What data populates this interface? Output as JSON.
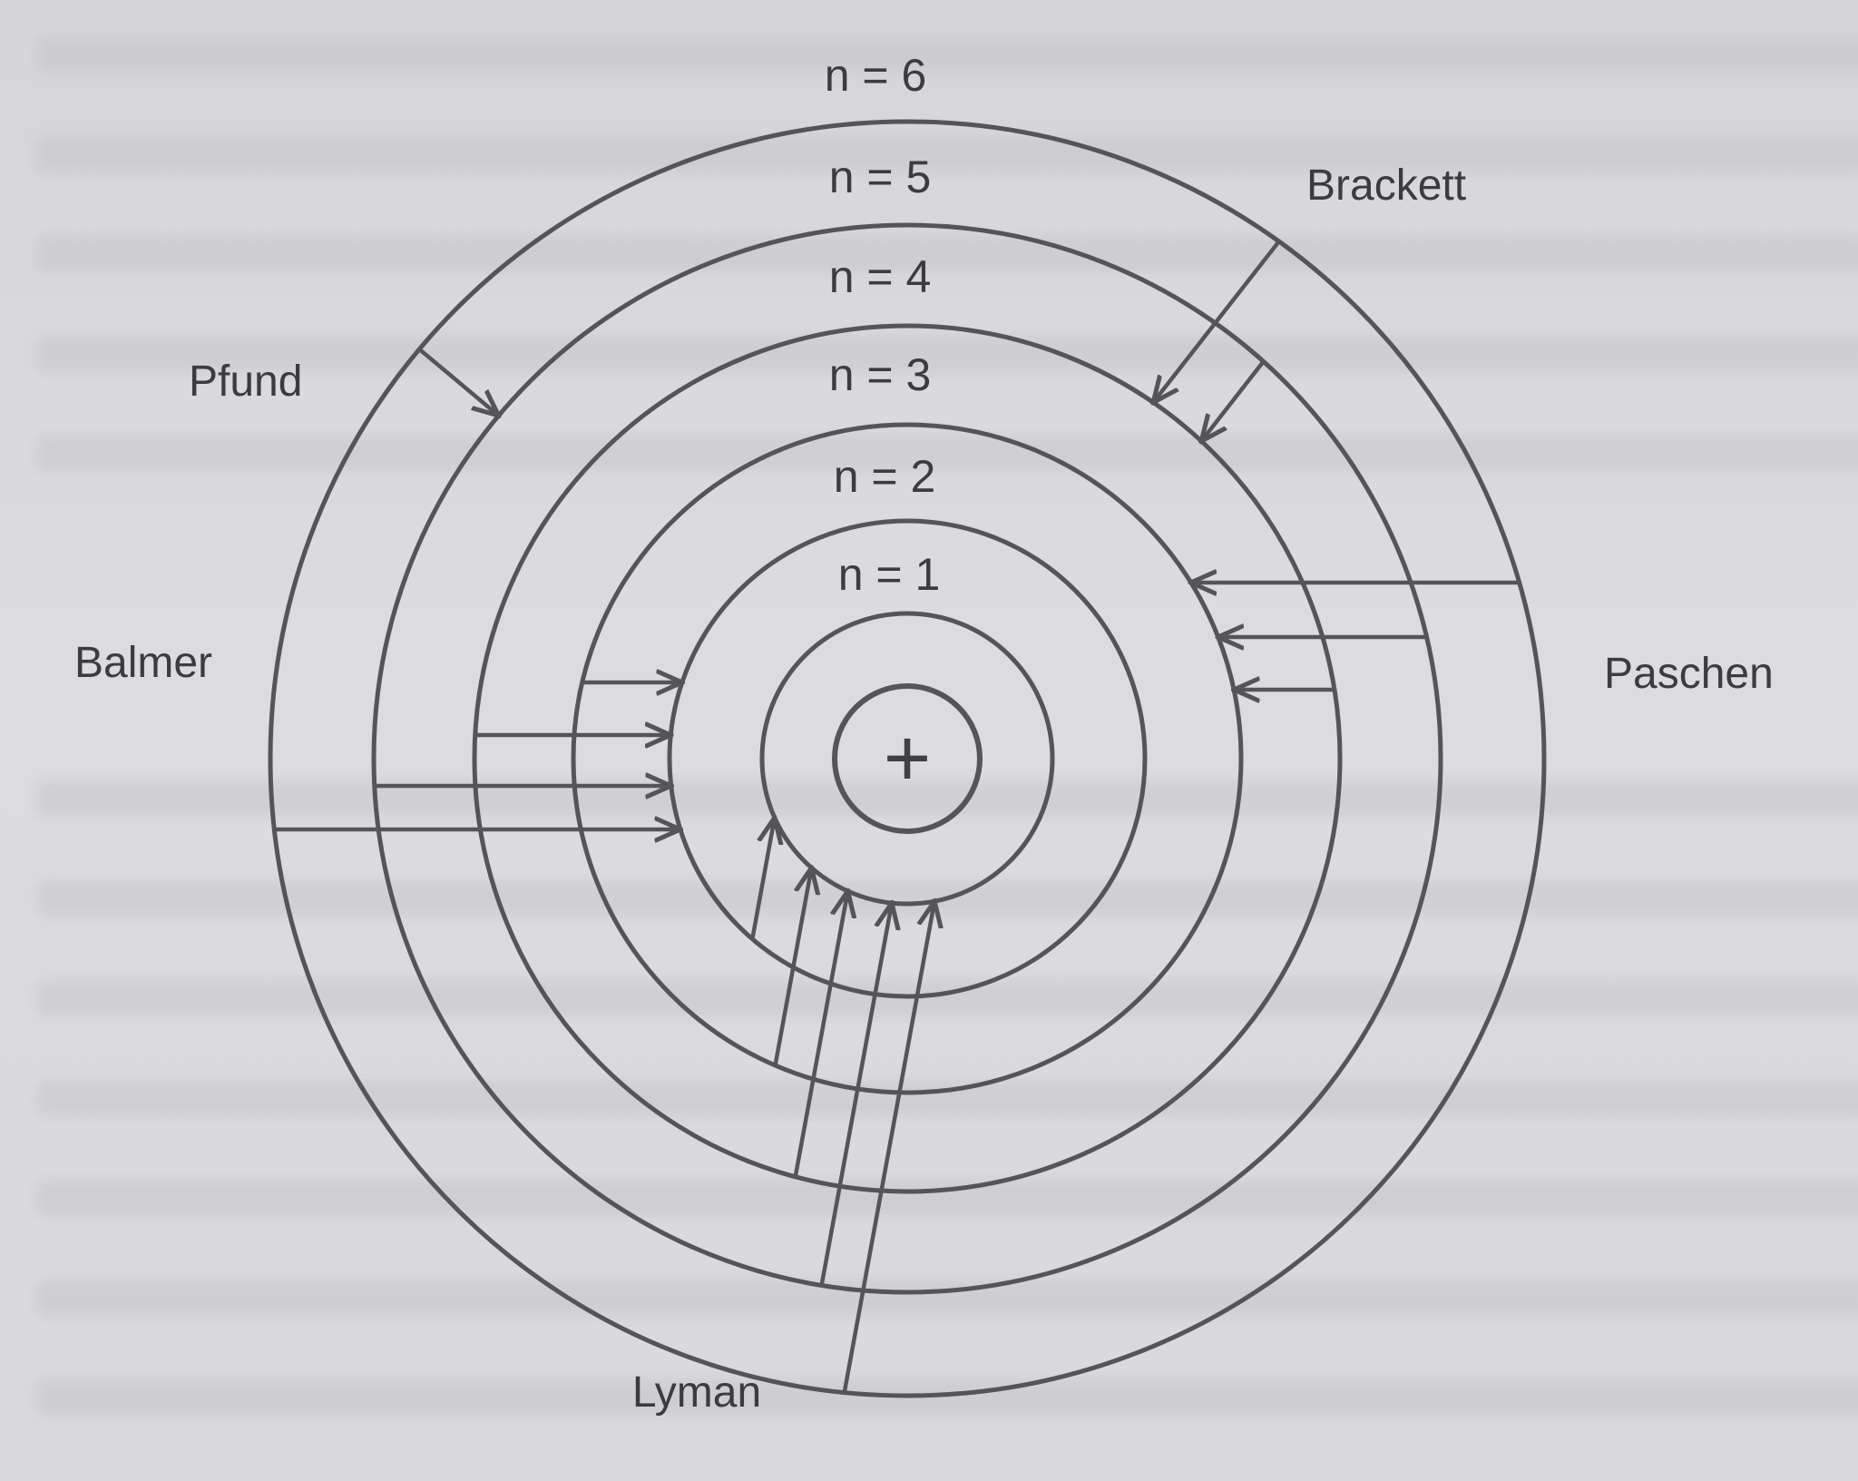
{
  "diagram": {
    "levels": [
      {
        "n": 1,
        "label": "n = 1"
      },
      {
        "n": 2,
        "label": "n = 2"
      },
      {
        "n": 3,
        "label": "n = 3"
      },
      {
        "n": 4,
        "label": "n = 4"
      },
      {
        "n": 5,
        "label": "n = 5"
      },
      {
        "n": 6,
        "label": "n = 6"
      }
    ],
    "nucleus_symbol": "+",
    "series": [
      {
        "name": "Lyman",
        "final_level": 1,
        "from_levels": [
          2,
          3,
          4,
          5,
          6
        ]
      },
      {
        "name": "Balmer",
        "final_level": 2,
        "from_levels": [
          3,
          4,
          5,
          6
        ]
      },
      {
        "name": "Paschen",
        "final_level": 3,
        "from_levels": [
          4,
          5,
          6
        ]
      },
      {
        "name": "Brackett",
        "final_level": 4,
        "from_levels": [
          5,
          6
        ]
      },
      {
        "name": "Pfund",
        "final_level": 5,
        "from_levels": [
          6
        ]
      }
    ],
    "line_color": "#555559",
    "text_color": "#3c3c40"
  }
}
